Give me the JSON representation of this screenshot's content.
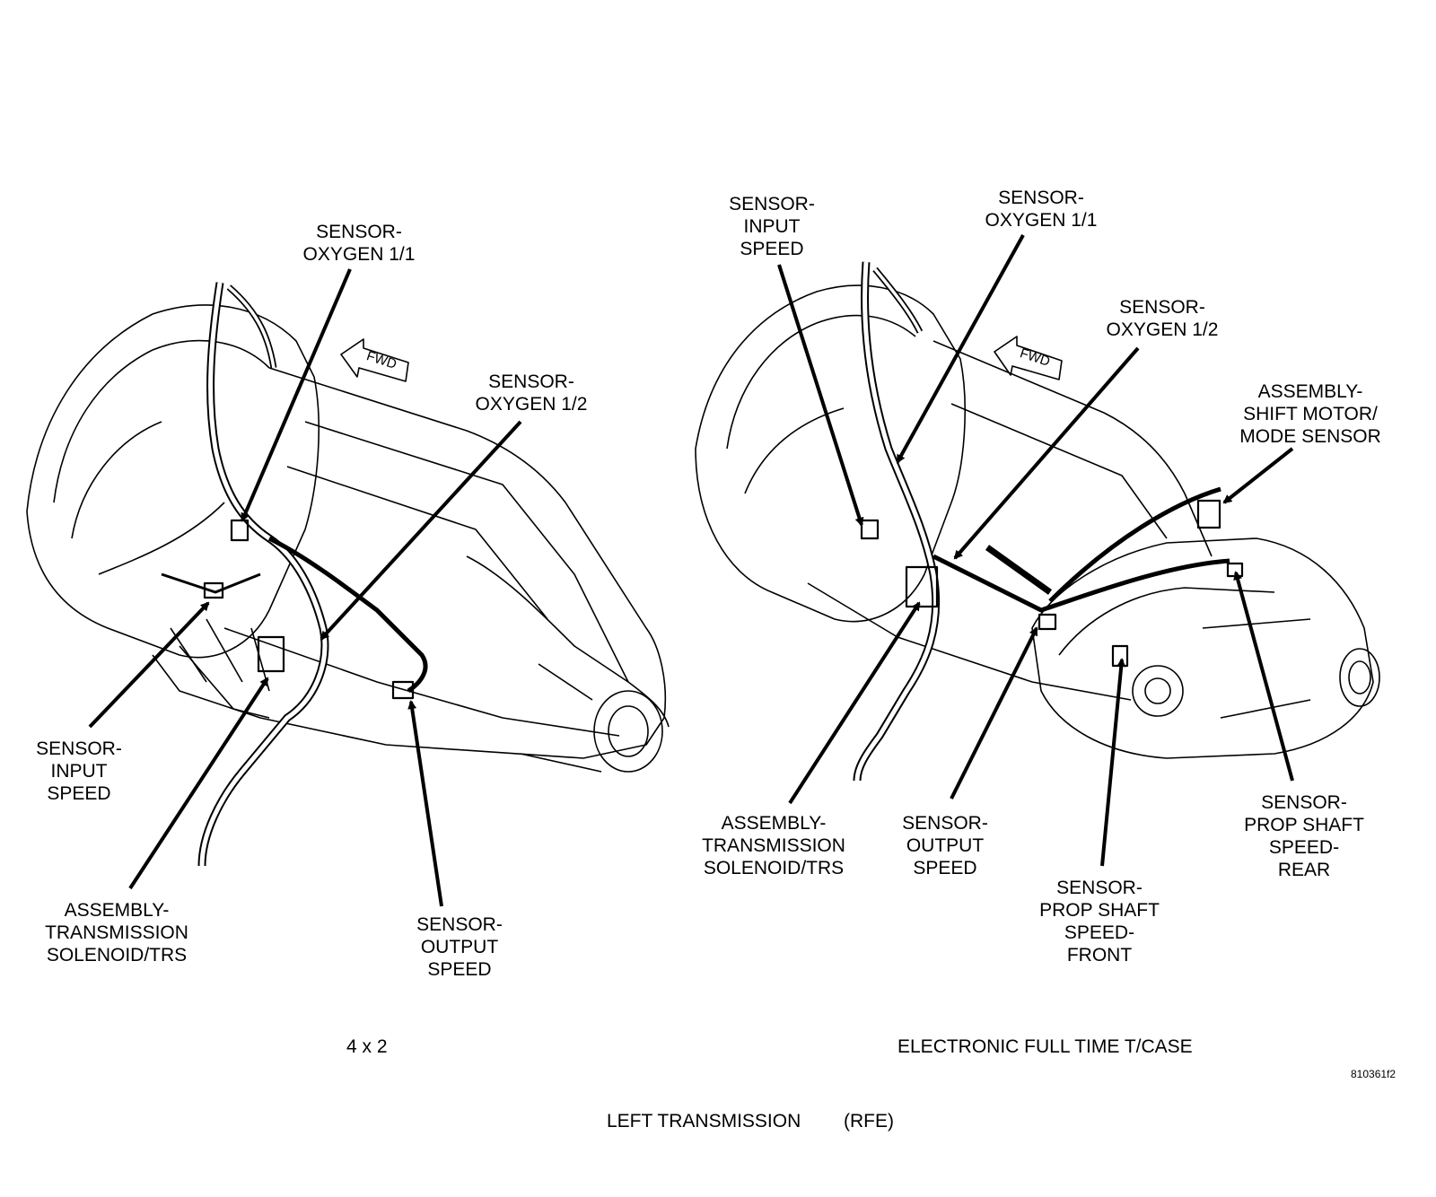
{
  "left_diagram": {
    "caption": "4 x 2",
    "labels": {
      "oxygen_11": [
        "SENSOR-",
        "OXYGEN 1/1"
      ],
      "oxygen_12": [
        "SENSOR-",
        "OXYGEN 1/2"
      ],
      "input_speed": [
        "SENSOR-",
        "INPUT",
        "SPEED"
      ],
      "solenoid": [
        "ASSEMBLY-",
        "TRANSMISSION",
        "SOLENOID/TRS"
      ],
      "output_speed": [
        "SENSOR-",
        "OUTPUT",
        "SPEED"
      ]
    },
    "fwd_text": "FWD"
  },
  "right_diagram": {
    "caption": "ELECTRONIC FULL TIME T/CASE",
    "labels": {
      "input_speed": [
        "SENSOR-",
        "INPUT",
        "SPEED"
      ],
      "oxygen_11": [
        "SENSOR-",
        "OXYGEN 1/1"
      ],
      "oxygen_12": [
        "SENSOR-",
        "OXYGEN 1/2"
      ],
      "shift_motor": [
        "ASSEMBLY-",
        "SHIFT MOTOR/",
        "MODE SENSOR"
      ],
      "solenoid": [
        "ASSEMBLY-",
        "TRANSMISSION",
        "SOLENOID/TRS"
      ],
      "output_speed": [
        "SENSOR-",
        "OUTPUT",
        "SPEED"
      ],
      "prop_front": [
        "SENSOR-",
        "PROP SHAFT",
        "SPEED-",
        "FRONT"
      ],
      "prop_rear": [
        "SENSOR-",
        "PROP SHAFT",
        "SPEED-",
        "REAR"
      ]
    },
    "fwd_text": "FWD"
  },
  "figure_number": "810361f2",
  "page_title": "LEFT TRANSMISSION",
  "page_subtitle": "(RFE)"
}
